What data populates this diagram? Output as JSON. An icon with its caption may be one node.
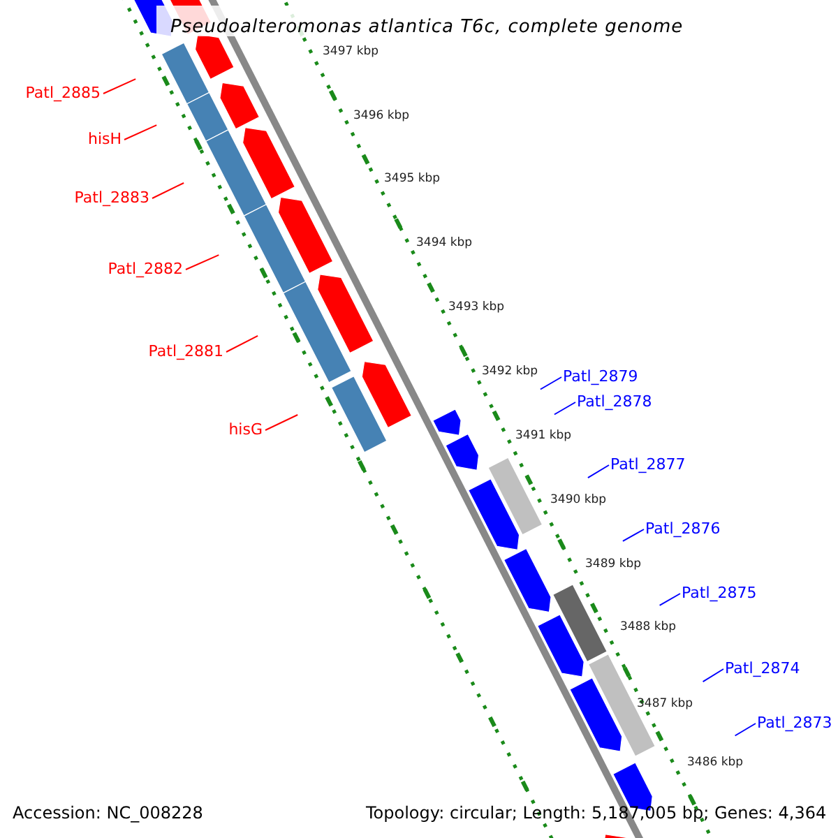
{
  "diagram": {
    "title": "Pseudoalteromonas atlantica T6c, complete genome",
    "nodes": [
      {
        "text": [
          "Patl_2885"
        ]
      },
      {
        "text": [
          "hisH"
        ]
      },
      {
        "text": [
          "Patl_2883"
        ]
      },
      {
        "text": [
          "Patl_2882"
        ]
      },
      {
        "text": [
          "Patl_2881"
        ]
      },
      {
        "text": [
          "hisG"
        ]
      },
      {
        "text": [
          "Patl_2879"
        ]
      },
      {
        "text": [
          "Patl_2878"
        ]
      },
      {
        "text": [
          "Patl_2877"
        ]
      },
      {
        "text": [
          "Patl_2876"
        ]
      },
      {
        "text": [
          "Patl_2875"
        ]
      },
      {
        "text": [
          "Patl_2874"
        ]
      },
      {
        "text": [
          "Patl_2873"
        ]
      }
    ],
    "edges": [
      {
        "from": 0,
        "to": null,
        "arrow": "none",
        "color": "#ff0000"
      },
      {
        "from": 1,
        "to": null,
        "arrow": "none",
        "color": "#ff0000"
      },
      {
        "from": 2,
        "to": null,
        "arrow": "none",
        "color": "#ff0000"
      },
      {
        "from": 3,
        "to": null,
        "arrow": "none",
        "color": "#ff0000"
      },
      {
        "from": 4,
        "to": null,
        "arrow": "none",
        "color": "#ff0000"
      },
      {
        "from": 5,
        "to": null,
        "arrow": "none",
        "color": "#ff0000"
      },
      {
        "from": 6,
        "to": null,
        "arrow": "none"
      },
      {
        "from": 7,
        "to": null,
        "arrow": "none"
      },
      {
        "from": 8,
        "to": null,
        "arrow": "none"
      },
      {
        "from": 9,
        "to": null,
        "arrow": "none"
      },
      {
        "from": 10,
        "to": null,
        "arrow": "none"
      },
      {
        "from": 11,
        "to": null,
        "arrow": "none"
      },
      {
        "from": 12,
        "to": null,
        "arrow": "none"
      }
    ],
    "labels": [
      "3497 kbp",
      "3496 kbp",
      "3495 kbp",
      "3494 kbp",
      "3493 kbp",
      "3492 kbp",
      "3491 kbp",
      "3490 kbp",
      "3489 kbp",
      "3488 kbp",
      "3487 kbp",
      "3486 kbp",
      "Accession: NC_008228",
      "Topology: circular; Length: 5,187,005 bp; Genes: 4,364"
    ]
  }
}
